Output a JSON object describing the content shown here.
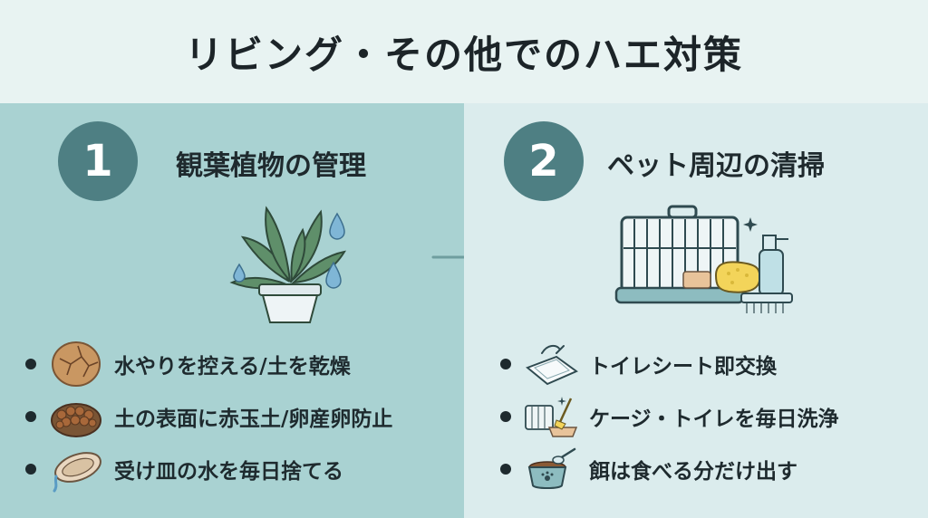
{
  "title": "リビング・その他でのハエ対策",
  "left": {
    "number": "1",
    "heading": "観葉植物の管理",
    "items": [
      {
        "icon": "dry-soil-icon",
        "text": "水やりを控える/土を乾燥"
      },
      {
        "icon": "clay-balls-icon",
        "text": "土の表面に赤玉土/卵産卵防止"
      },
      {
        "icon": "saucer-icon",
        "text": "受け皿の水を毎日捨てる"
      }
    ]
  },
  "right": {
    "number": "2",
    "heading": "ペット周辺の清掃",
    "items": [
      {
        "icon": "pet-sheet-icon",
        "text": "トイレシート即交換"
      },
      {
        "icon": "cage-cleaning-icon",
        "text": "ケージ・トイレを毎日洗浄"
      },
      {
        "icon": "food-bowl-icon",
        "text": "餌は食べる分だけ出す"
      }
    ]
  },
  "colors": {
    "left_panel": "#a9d2d2",
    "right_panel": "#dbeced",
    "accent": "#4e7f83"
  }
}
